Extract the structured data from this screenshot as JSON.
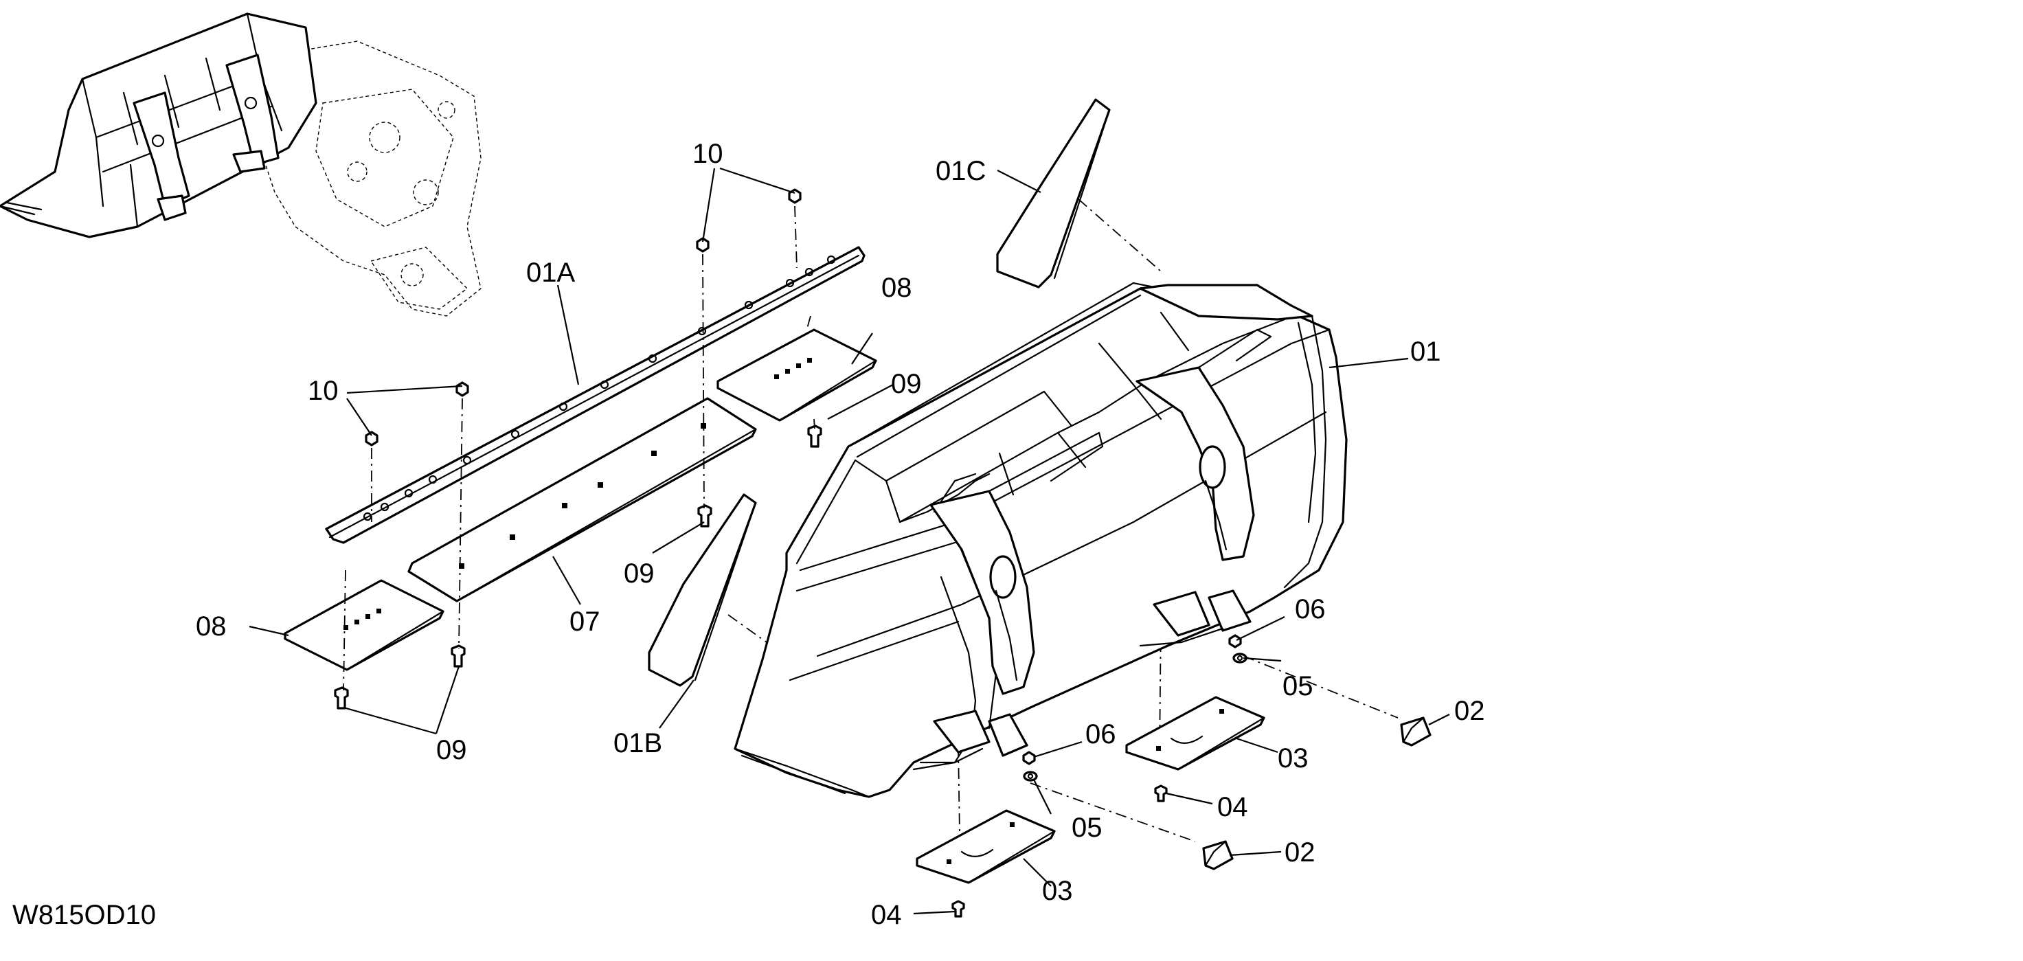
{
  "diagram_code": "W815OD10",
  "callouts": {
    "c01": "01",
    "c01A": "01A",
    "c01B": "01B",
    "c01C": "01C",
    "c02a": "02",
    "c02b": "02",
    "c03a": "03",
    "c03b": "03",
    "c04a": "04",
    "c04b": "04",
    "c05a": "05",
    "c05b": "05",
    "c06a": "06",
    "c06b": "06",
    "c07": "07",
    "c08a": "08",
    "c08b": "08",
    "c09a": "09",
    "c09b": "09",
    "c09c": "09",
    "c10a": "10",
    "c10b": "10"
  }
}
